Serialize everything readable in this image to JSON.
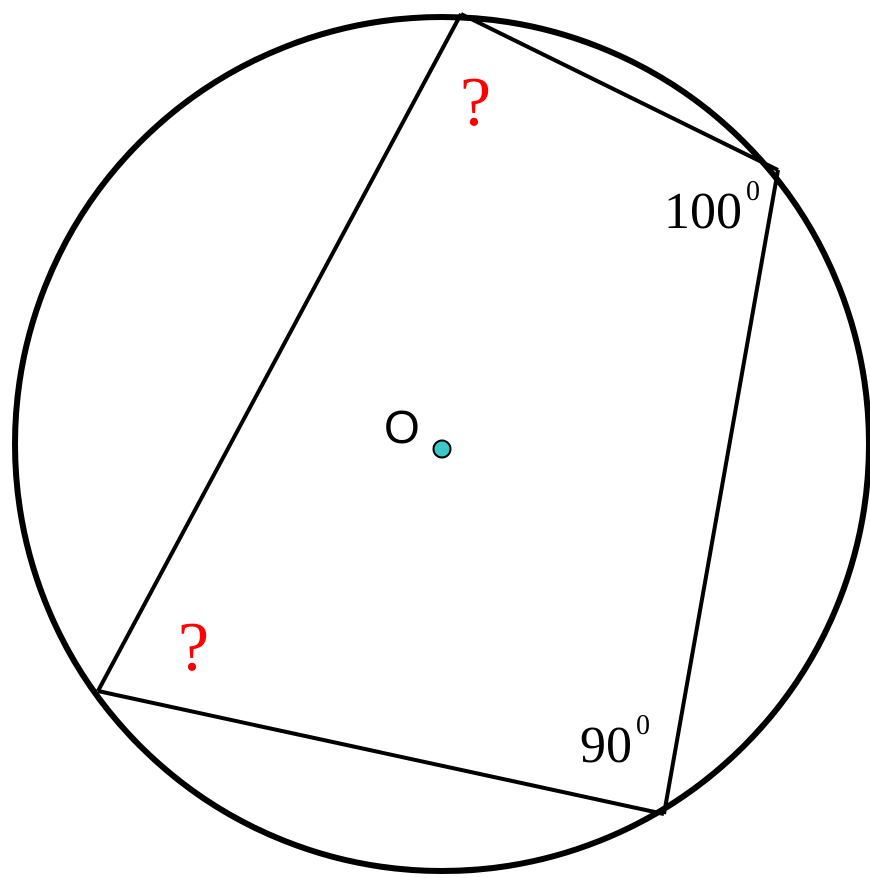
{
  "diagram": {
    "center_label": "O",
    "angles": {
      "top": {
        "value": "?",
        "superscript": ""
      },
      "top_right": {
        "value": "100",
        "superscript": "0"
      },
      "bottom_right": {
        "value": "90",
        "superscript": "0"
      },
      "bottom_left": {
        "value": "?",
        "superscript": ""
      }
    }
  },
  "colors": {
    "stroke": "#000000",
    "unknown_angle": "#ff0000",
    "center_dot": "#3cc8c8",
    "background": "#ffffff"
  }
}
